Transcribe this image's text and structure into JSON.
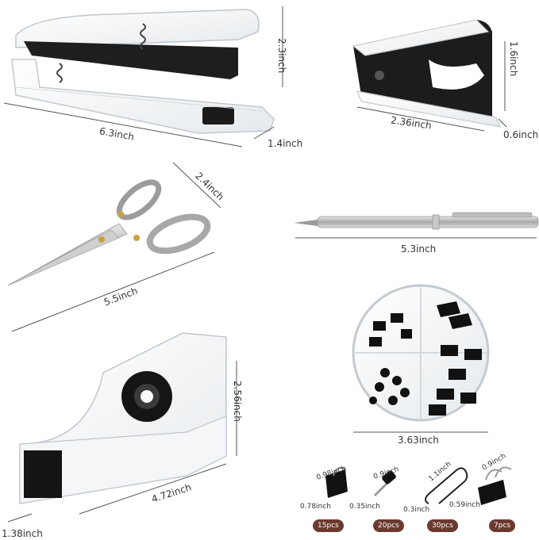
{
  "items": {
    "stapler": {
      "length": "6.3inch",
      "height": "2.3inch",
      "width": "1.4inch"
    },
    "remover": {
      "length": "2.36inch",
      "height": "1.6inch",
      "width": "0.6inch"
    },
    "scissors": {
      "length": "5.5inch",
      "handle": "2.4inch"
    },
    "pen": {
      "length": "5.3inch"
    },
    "clip_box": {
      "diameter": "3.63inch"
    },
    "tape_dispenser": {
      "height": "2.56inch",
      "length": "4.72inch",
      "width": "1.38inch"
    }
  },
  "accessories": [
    {
      "name": "binder-clip-small",
      "dim_a": "0.98inch",
      "dim_b": "0.78inch",
      "count": "15pcs"
    },
    {
      "name": "push-pin",
      "dim_a": "0.9inch",
      "dim_b": "0.35inch",
      "count": "20pcs"
    },
    {
      "name": "paper-clip",
      "dim_a": "1.1inch",
      "dim_b": "0.3inch",
      "count": "30pcs"
    },
    {
      "name": "binder-clip-large",
      "dim_a": "0.9inch",
      "dim_b": "0.59inch",
      "count": "7pcs"
    }
  ],
  "colors": {
    "badge": "#6b3a2e",
    "metal_dark": "#1a1a1a",
    "silver": "#b8b8b8"
  }
}
